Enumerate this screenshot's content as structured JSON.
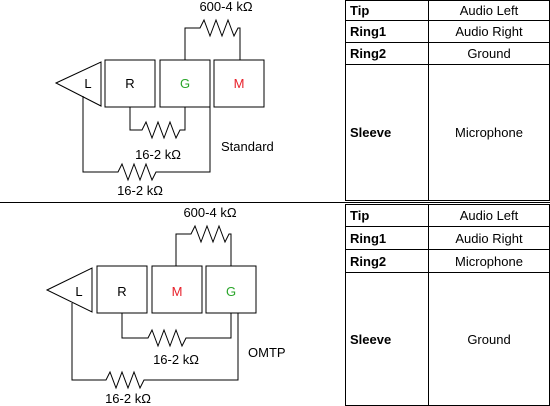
{
  "standard": {
    "top_resistor": "600-4 kΩ",
    "contacts": [
      "L",
      "R",
      "G",
      "M"
    ],
    "mid_resistor": "16-2 kΩ",
    "bottom_resistor": "16-2 kΩ",
    "label": "Standard",
    "pinout": [
      {
        "pin": "Tip",
        "function": "Audio Left"
      },
      {
        "pin": "Ring1",
        "function": "Audio Right"
      },
      {
        "pin": "Ring2",
        "function": "Ground"
      },
      {
        "pin": "Sleeve",
        "function": "Microphone"
      }
    ]
  },
  "omtp": {
    "top_resistor": "600-4 kΩ",
    "contacts": [
      "L",
      "R",
      "M",
      "G"
    ],
    "mid_resistor": "16-2 kΩ",
    "bottom_resistor": "16-2 kΩ",
    "label": "OMTP",
    "pinout": [
      {
        "pin": "Tip",
        "function": "Audio Left"
      },
      {
        "pin": "Ring1",
        "function": "Audio Right"
      },
      {
        "pin": "Ring2",
        "function": "Microphone"
      },
      {
        "pin": "Sleeve",
        "function": "Ground"
      }
    ]
  },
  "colors": {
    "ground": "#2aa52a",
    "mic": "#e8202a",
    "line": "#000000"
  }
}
